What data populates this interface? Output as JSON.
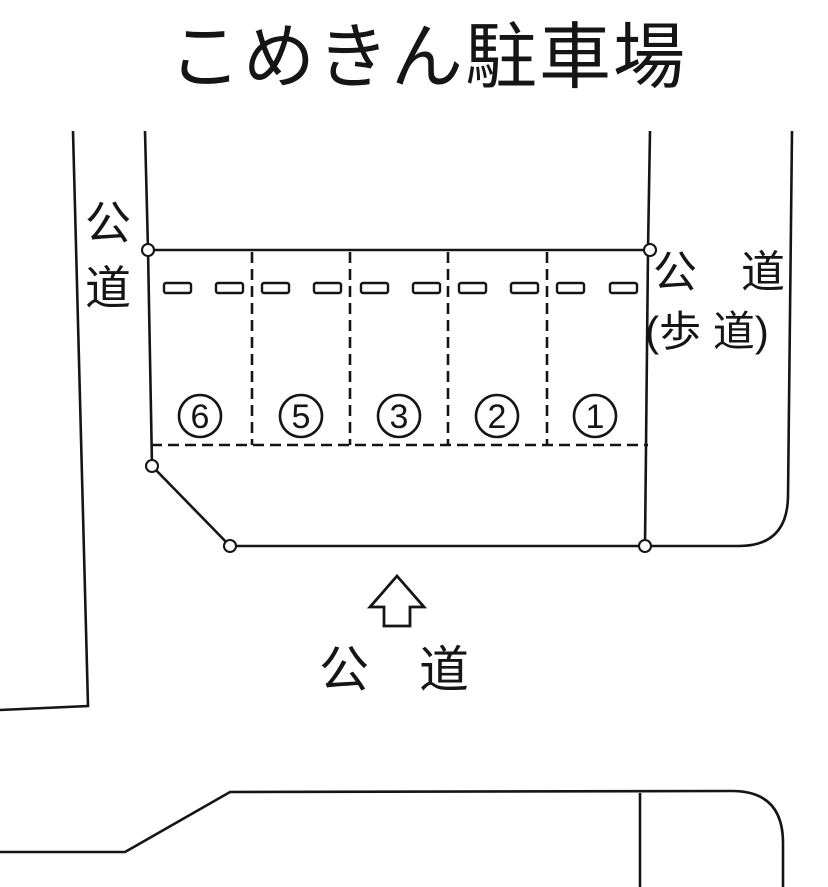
{
  "title": "こめきん駐車場",
  "roads": {
    "left": {
      "char_top": "公",
      "char_bottom": "道"
    },
    "right": {
      "line1": "公　道",
      "line2": "(歩 道)"
    },
    "bottom": {
      "label": "公　道"
    }
  },
  "parking": {
    "spaces": [
      {
        "number": "6"
      },
      {
        "number": "5"
      },
      {
        "number": "3"
      },
      {
        "number": "2"
      },
      {
        "number": "1"
      }
    ]
  },
  "icons": {
    "entrance_arrow": "up-arrow-icon"
  },
  "colors": {
    "line": "#151515",
    "background": "#ffffff"
  }
}
